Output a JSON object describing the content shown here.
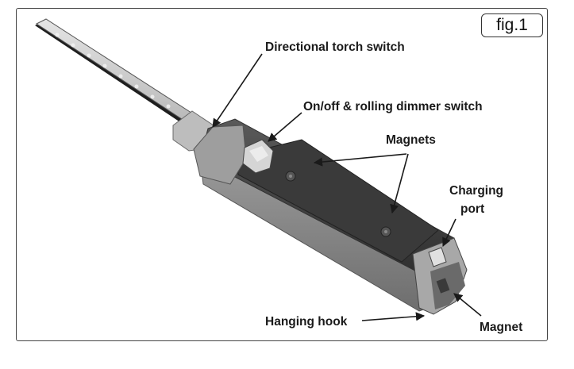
{
  "figure_label": "fig.1",
  "labels": {
    "directional_torch_switch": "Directional torch switch",
    "on_off_dimmer": "On/off & rolling dimmer switch",
    "magnets": "Magnets",
    "charging_port_line1": "Charging",
    "charging_port_line2": "port",
    "hanging_hook": "Hanging hook",
    "magnet": "Magnet"
  }
}
